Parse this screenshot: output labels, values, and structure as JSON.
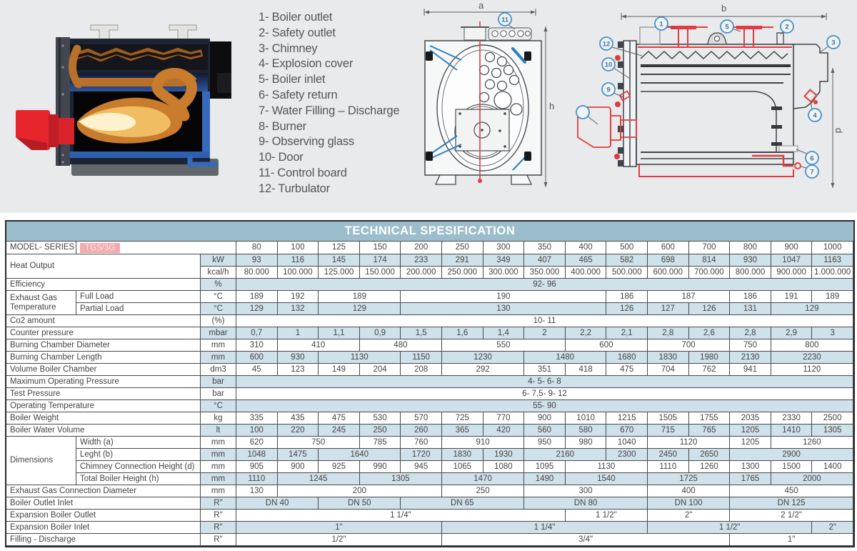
{
  "legend": {
    "items": [
      "1- Boiler outlet",
      "2- Safety outlet",
      "3- Chimney",
      "4- Explosion cover",
      "5- Boiler inlet",
      "6- Safety return",
      "7- Water Filling – Discharge",
      "8- Burner",
      "9- Observing glass",
      "10- Door",
      "11- Control board",
      "12- Turbulator"
    ]
  },
  "figures": {
    "front": {
      "dim_a": "a",
      "dim_h": "h",
      "callout": "11"
    },
    "side": {
      "dim_b": "b",
      "dim_d": "d",
      "callouts": {
        "n1": "1",
        "n2": "2",
        "n3": "3",
        "n4": "4",
        "n5": "5",
        "n6": "6",
        "n7": "7",
        "n9": "9",
        "n10": "10",
        "n12": "12"
      }
    }
  },
  "table": {
    "title": "TECHNICAL SPESIFICATION",
    "model_row": {
      "label": "MODEL- SERIES",
      "value": "TGS/3G",
      "columns": [
        "80",
        "100",
        "125",
        "150",
        "200",
        "250",
        "300",
        "350",
        "400",
        "500",
        "600",
        "700",
        "800",
        "900",
        "1000"
      ]
    },
    "rows": [
      {
        "label": "Heat Output",
        "rowspan": 2,
        "unit": "kW",
        "stripe": true,
        "cells": [
          [
            "93",
            1
          ],
          [
            "116",
            1
          ],
          [
            "145",
            1
          ],
          [
            "174",
            1
          ],
          [
            "233",
            1
          ],
          [
            "291",
            1
          ],
          [
            "349",
            1
          ],
          [
            "407",
            1
          ],
          [
            "465",
            1
          ],
          [
            "582",
            1
          ],
          [
            "698",
            1
          ],
          [
            "814",
            1
          ],
          [
            "930",
            1
          ],
          [
            "1047",
            1
          ],
          [
            "1163",
            1
          ]
        ]
      },
      {
        "unit": "kcal/h",
        "stripe": false,
        "cells": [
          [
            "80.000",
            1
          ],
          [
            "100.000",
            1
          ],
          [
            "125.000",
            1
          ],
          [
            "150.000",
            1
          ],
          [
            "200.000",
            1
          ],
          [
            "250.000",
            1
          ],
          [
            "300.000",
            1
          ],
          [
            "350.000",
            1
          ],
          [
            "400.000",
            1
          ],
          [
            "500.000",
            1
          ],
          [
            "600.000",
            1
          ],
          [
            "700.000",
            1
          ],
          [
            "800.000",
            1
          ],
          [
            "900.000",
            1
          ],
          [
            "1.000.000",
            1
          ]
        ]
      },
      {
        "label": "Efficiency",
        "unit": "%",
        "stripe": true,
        "cells": [
          [
            "92- 96",
            15
          ]
        ]
      },
      {
        "label": "Exhaust Gas Temperature",
        "rowspan": 2,
        "sublabel": "Full Load",
        "unit": "°C",
        "stripe": false,
        "cells": [
          [
            "189",
            1
          ],
          [
            "192",
            1
          ],
          [
            "189",
            2
          ],
          [
            "190",
            5
          ],
          [
            "186",
            1
          ],
          [
            "187",
            2
          ],
          [
            "186",
            1
          ],
          [
            "191",
            1
          ],
          [
            "189",
            1
          ]
        ]
      },
      {
        "sublabel": "Partial Load",
        "unit": "°C",
        "stripe": true,
        "cells": [
          [
            "129",
            1
          ],
          [
            "132",
            1
          ],
          [
            "129",
            2
          ],
          [
            "130",
            5
          ],
          [
            "126",
            1
          ],
          [
            "127",
            1
          ],
          [
            "126",
            1
          ],
          [
            "131",
            1
          ],
          [
            "129",
            2
          ]
        ]
      },
      {
        "label": "Co2 amount",
        "unit": "(%)",
        "stripe": false,
        "cells": [
          [
            "10- 11",
            15
          ]
        ]
      },
      {
        "label": "Counter pressure",
        "unit": "mbar",
        "stripe": true,
        "cells": [
          [
            "0,7",
            1
          ],
          [
            "1",
            1
          ],
          [
            "1,1",
            1
          ],
          [
            "0,9",
            1
          ],
          [
            "1,5",
            1
          ],
          [
            "1,6",
            1
          ],
          [
            "1,4",
            1
          ],
          [
            "2",
            1
          ],
          [
            "2,2",
            1
          ],
          [
            "2,1",
            1
          ],
          [
            "2,8",
            1
          ],
          [
            "2,6",
            1
          ],
          [
            "2,8",
            1
          ],
          [
            "2,9",
            1
          ],
          [
            "3",
            1
          ]
        ]
      },
      {
        "label": "Burning Chamber Diameter",
        "unit": "mm",
        "stripe": false,
        "cells": [
          [
            "310",
            1
          ],
          [
            "410",
            2
          ],
          [
            "480",
            2
          ],
          [
            "550",
            3
          ],
          [
            "600",
            2
          ],
          [
            "700",
            2
          ],
          [
            "750",
            1
          ],
          [
            "800",
            2
          ]
        ]
      },
      {
        "label": "Burning Chamber Length",
        "unit": "mm",
        "stripe": true,
        "cells": [
          [
            "600",
            1
          ],
          [
            "930",
            1
          ],
          [
            "1130",
            2
          ],
          [
            "1150",
            1
          ],
          [
            "1230",
            2
          ],
          [
            "1480",
            2
          ],
          [
            "1680",
            1
          ],
          [
            "1830",
            1
          ],
          [
            "1980",
            1
          ],
          [
            "2130",
            1
          ],
          [
            "2230",
            2
          ]
        ]
      },
      {
        "label": "Volume Boiler Chamber",
        "unit": "dm3",
        "stripe": false,
        "cells": [
          [
            "45",
            1
          ],
          [
            "123",
            1
          ],
          [
            "149",
            1
          ],
          [
            "204",
            1
          ],
          [
            "208",
            1
          ],
          [
            "292",
            2
          ],
          [
            "351",
            1
          ],
          [
            "418",
            1
          ],
          [
            "475",
            1
          ],
          [
            "704",
            1
          ],
          [
            "762",
            1
          ],
          [
            "941",
            1
          ],
          [
            "1120",
            2
          ]
        ]
      },
      {
        "label": "Maximum Operating Pressure",
        "unit": "bar",
        "stripe": true,
        "cells": [
          [
            "4- 5- 6- 8",
            15
          ]
        ]
      },
      {
        "label": "Test Pressure",
        "unit": "bar",
        "stripe": false,
        "cells": [
          [
            "6- 7,5- 9- 12",
            15
          ]
        ]
      },
      {
        "label": "Operating Temperature",
        "unit": "°C",
        "stripe": true,
        "cells": [
          [
            "55- 90",
            15
          ]
        ]
      },
      {
        "label": "Boiler Weight",
        "unit": "kg",
        "stripe": false,
        "cells": [
          [
            "335",
            1
          ],
          [
            "435",
            1
          ],
          [
            "475",
            1
          ],
          [
            "530",
            1
          ],
          [
            "570",
            1
          ],
          [
            "725",
            1
          ],
          [
            "770",
            1
          ],
          [
            "900",
            1
          ],
          [
            "1010",
            1
          ],
          [
            "1215",
            1
          ],
          [
            "1505",
            1
          ],
          [
            "1755",
            1
          ],
          [
            "2035",
            1
          ],
          [
            "2330",
            1
          ],
          [
            "2500",
            1
          ]
        ]
      },
      {
        "label": "Boiler Water Volume",
        "unit": "lt",
        "stripe": true,
        "cells": [
          [
            "100",
            1
          ],
          [
            "220",
            1
          ],
          [
            "245",
            1
          ],
          [
            "250",
            1
          ],
          [
            "260",
            1
          ],
          [
            "365",
            1
          ],
          [
            "420",
            1
          ],
          [
            "560",
            1
          ],
          [
            "580",
            1
          ],
          [
            "670",
            1
          ],
          [
            "715",
            1
          ],
          [
            "765",
            1
          ],
          [
            "1205",
            1
          ],
          [
            "1410",
            1
          ],
          [
            "1305",
            1
          ]
        ]
      },
      {
        "label": "Dimensions",
        "rowspan": 4,
        "sublabel": "Width (a)",
        "unit": "mm",
        "stripe": false,
        "cells": [
          [
            "620",
            1
          ],
          [
            "750",
            2
          ],
          [
            "785",
            1
          ],
          [
            "760",
            1
          ],
          [
            "910",
            2
          ],
          [
            "950",
            1
          ],
          [
            "980",
            1
          ],
          [
            "1040",
            1
          ],
          [
            "1120",
            2
          ],
          [
            "1205",
            1
          ],
          [
            "1260",
            2
          ]
        ]
      },
      {
        "sublabel": "Leght (b)",
        "unit": "mm",
        "stripe": true,
        "cells": [
          [
            "1048",
            1
          ],
          [
            "1475",
            1
          ],
          [
            "1640",
            2
          ],
          [
            "1720",
            1
          ],
          [
            "1830",
            1
          ],
          [
            "1930",
            1
          ],
          [
            "2160",
            2
          ],
          [
            "2300",
            1
          ],
          [
            "2450",
            1
          ],
          [
            "2650",
            1
          ],
          [
            "2900",
            3
          ]
        ]
      },
      {
        "sublabel": "Chimney Connection Height (d)",
        "unit": "mm",
        "stripe": false,
        "cells": [
          [
            "905",
            1
          ],
          [
            "900",
            1
          ],
          [
            "925",
            1
          ],
          [
            "990",
            1
          ],
          [
            "945",
            1
          ],
          [
            "1065",
            1
          ],
          [
            "1080",
            1
          ],
          [
            "1095",
            1
          ],
          [
            "1130",
            2
          ],
          [
            "1110",
            1
          ],
          [
            "1260",
            1
          ],
          [
            "1300",
            1
          ],
          [
            "1500",
            1
          ],
          [
            "1400",
            1
          ]
        ]
      },
      {
        "sublabel": "Total Boiler Height (h)",
        "unit": "mm",
        "stripe": true,
        "cells": [
          [
            "1110",
            1
          ],
          [
            "1245",
            2
          ],
          [
            "1305",
            2
          ],
          [
            "1470",
            2
          ],
          [
            "1490",
            1
          ],
          [
            "1540",
            2
          ],
          [
            "1725",
            2
          ],
          [
            "1765",
            1
          ],
          [
            "2000",
            2
          ]
        ]
      },
      {
        "label": "Exhaust Gas Connection Diameter",
        "unit": "mm",
        "stripe": false,
        "cells": [
          [
            "130",
            1
          ],
          [
            "200",
            4
          ],
          [
            "250",
            2
          ],
          [
            "300",
            3
          ],
          [
            "400",
            2
          ],
          [
            "450",
            3
          ]
        ]
      },
      {
        "label": "Boiler Outlet Inlet",
        "unit": "R\"",
        "stripe": true,
        "cells": [
          [
            "DN 40",
            2
          ],
          [
            "DN 50",
            2
          ],
          [
            "DN 65",
            3
          ],
          [
            "DN 80",
            3
          ],
          [
            "DN 100",
            2
          ],
          [
            "DN 125",
            3
          ]
        ]
      },
      {
        "label": "Expansion Boiler Outlet",
        "unit": "R\"",
        "stripe": false,
        "cells": [
          [
            "1 1/4\"",
            8
          ],
          [
            "1 1/2\"",
            2
          ],
          [
            "2\"",
            2
          ],
          [
            "2 1/2\"",
            3
          ]
        ]
      },
      {
        "label": "Expansion Boiler Inlet",
        "unit": "R\"",
        "stripe": true,
        "cells": [
          [
            "1\"",
            5
          ],
          [
            "1 1/4\"",
            5
          ],
          [
            "1 1/2\"",
            4
          ],
          [
            "2\"",
            1
          ]
        ]
      },
      {
        "label": "Filling - Discharge",
        "unit": "R\"",
        "stripe": false,
        "cells": [
          [
            "1/2\"",
            5
          ],
          [
            "3/4\"",
            7
          ],
          [
            "1\"",
            3
          ]
        ]
      }
    ]
  }
}
